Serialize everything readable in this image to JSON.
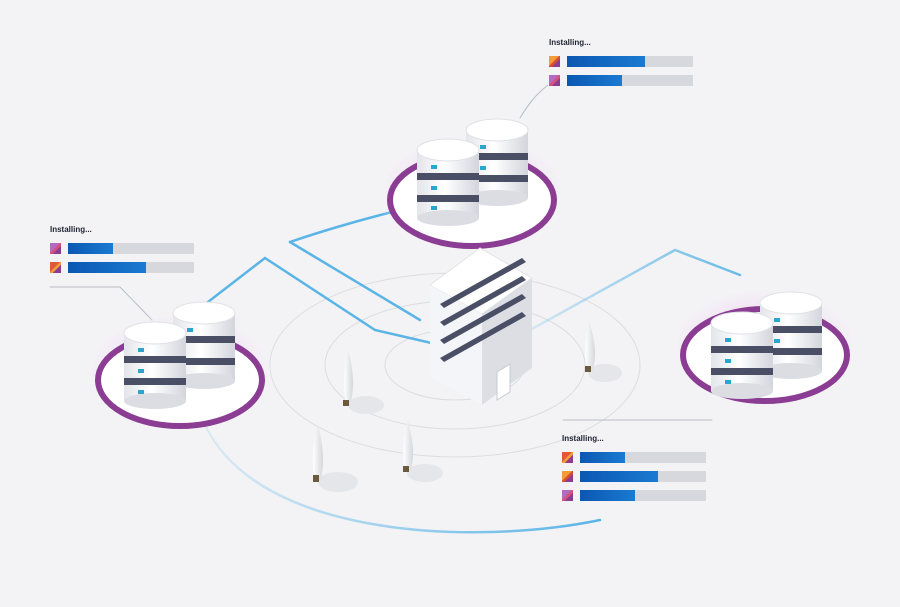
{
  "colors": {
    "background": "#f3f3f5",
    "link_line": "#5ab4e6",
    "ring": "#8a3d93",
    "progress_fill": "#0b57b2",
    "progress_track": "#d7d8de",
    "cylinder_band": "#4a4f66",
    "cylinder_marker": "#2aa6cc"
  },
  "panels": [
    {
      "id": "top",
      "title": "Installing...",
      "items": [
        {
          "icon": "orange-package-icon",
          "progress": 0.62
        },
        {
          "icon": "purple-package-icon",
          "progress": 0.44
        }
      ]
    },
    {
      "id": "left",
      "title": "Installing...",
      "items": [
        {
          "icon": "purple-package-icon",
          "progress": 0.36
        },
        {
          "icon": "red-package-icon",
          "progress": 0.62
        }
      ]
    },
    {
      "id": "right",
      "title": "Installing...",
      "items": [
        {
          "icon": "red-package-icon",
          "progress": 0.36
        },
        {
          "icon": "orange-package-icon",
          "progress": 0.62
        },
        {
          "icon": "purple-package-icon",
          "progress": 0.44
        }
      ]
    }
  ]
}
